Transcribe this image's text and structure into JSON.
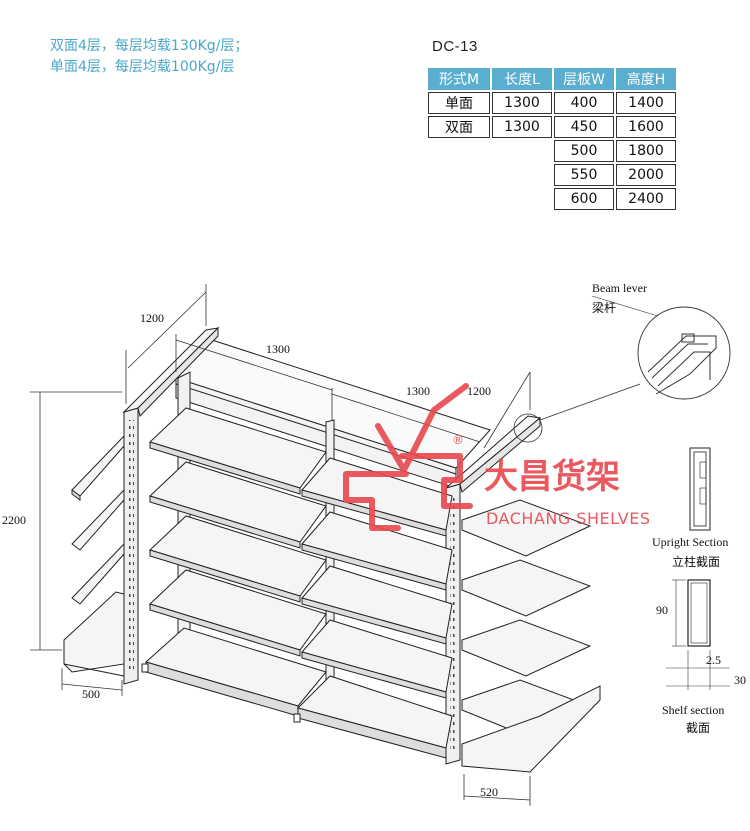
{
  "intro": {
    "line1": "双面4层，每层均载130Kg/层；",
    "line2": "单面4层，每层均载100Kg/层"
  },
  "model": "DC-13",
  "spec_table": {
    "headers": [
      "形式M",
      "长度L",
      "层板W",
      "高度H"
    ],
    "rows": [
      [
        "单面",
        "1300",
        "400",
        "1400"
      ],
      [
        "双面",
        "1300",
        "450",
        "1600"
      ],
      [
        "",
        "",
        "500",
        "1800"
      ],
      [
        "",
        "",
        "550",
        "2000"
      ],
      [
        "",
        "",
        "600",
        "2400"
      ]
    ]
  },
  "dimensions": {
    "depth_top": "1200",
    "length_a": "1300",
    "length_b": "1300",
    "depth_right": "1200",
    "height": "2200",
    "shelf_depth_left": "500",
    "shelf_depth_right": "520"
  },
  "beam": {
    "label_en": "Beam lever",
    "label_cn": "梁杆"
  },
  "upright": {
    "label_en": "Upright Section",
    "label_cn": "立柱截面",
    "dim_height": "90",
    "dim_thickness": "2.5",
    "dim_width": "30"
  },
  "shelf_section": {
    "label_en": "Shelf section",
    "label_cn": "截面"
  },
  "watermark": {
    "brand_cn": "大昌货架",
    "brand_en": "DACHANG SHELVES",
    "registered": "®"
  },
  "colors": {
    "header_bg": "#5aaed0",
    "intro_text": "#4aa7c9",
    "watermark": "#e8484e"
  }
}
